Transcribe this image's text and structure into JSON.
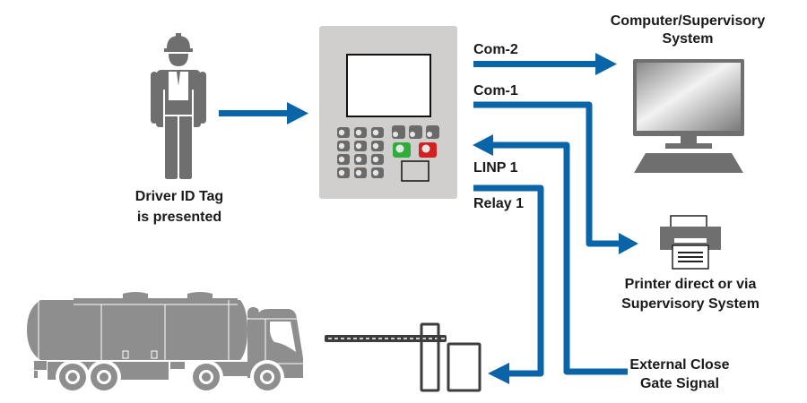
{
  "colors": {
    "flow_blue": "#0a64a8",
    "icon_gray": "#6f6f6f",
    "device_bg": "#d0cfce",
    "key_gray": "#6a6a6a",
    "start_green": "#2fac3b",
    "stop_red": "#d42020",
    "truck_gray": "#8e8e8e",
    "text": "#1a1a1a"
  },
  "driver": {
    "icon": "construction-worker-icon",
    "label_line1": "Driver ID Tag",
    "label_line2": "is presented"
  },
  "controller": {
    "icon": "terminal-controller-icon",
    "keypad_keys": 12,
    "function_keys": 3,
    "start_button": "green",
    "stop_button": "red"
  },
  "signals": {
    "com2": "Com-2",
    "com1": "Com-1",
    "linp1": "LINP 1",
    "relay1": "Relay 1"
  },
  "computer": {
    "icon": "desktop-computer-icon",
    "label_line1": "Computer/Supervisory",
    "label_line2": "System"
  },
  "printer": {
    "icon": "printer-icon",
    "label_line1": "Printer direct or via",
    "label_line2": "Supervisory System"
  },
  "gate_signal": {
    "label_line1": "External Close",
    "label_line2": "Gate Signal"
  },
  "truck": {
    "icon": "tanker-truck-icon"
  },
  "gate": {
    "icon": "boom-gate-icon"
  }
}
